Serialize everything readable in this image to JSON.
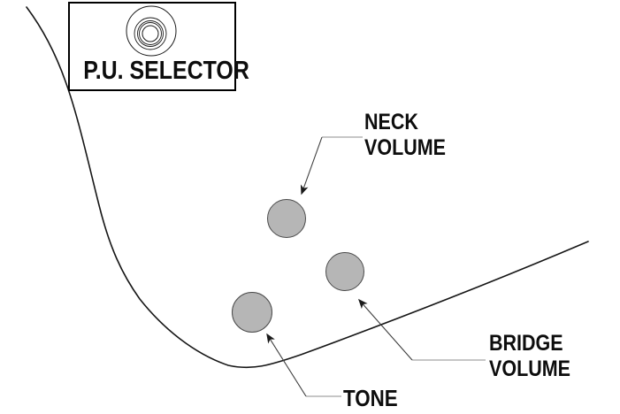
{
  "selector_box": {
    "label": "P.U. SELECTOR"
  },
  "labels": {
    "neck_volume": {
      "line1": "NECK",
      "line2": "VOLUME"
    },
    "bridge_volume": {
      "line1": "BRIDGE",
      "line2": "VOLUME"
    },
    "tone": {
      "line1": "TONE"
    }
  },
  "icons": {
    "selector_knob": "rotary-selector-knob-icon"
  },
  "colors": {
    "background": "#ffffff",
    "outline": "#161616",
    "leader_dark": "#3c3c3c",
    "leader_gray": "#a3a3a3",
    "knob_fill": "#b6b6b6",
    "knob_stroke": "#4a4a4a",
    "text": "#0d0d0d"
  }
}
